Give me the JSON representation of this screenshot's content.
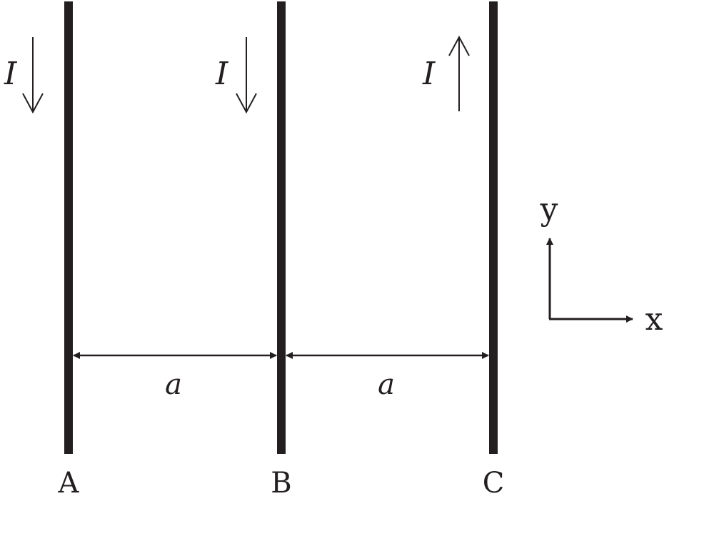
{
  "wires": [
    {
      "label": "A",
      "current_label": "I",
      "current_direction": "down"
    },
    {
      "label": "B",
      "current_label": "I",
      "current_direction": "down"
    },
    {
      "label": "C",
      "current_label": "I",
      "current_direction": "up"
    }
  ],
  "spacings": [
    {
      "label": "a"
    },
    {
      "label": "a"
    }
  ],
  "axes": {
    "x_label": "x",
    "y_label": "y"
  },
  "colors": {
    "ink": "#231f20",
    "background": "#ffffff"
  }
}
